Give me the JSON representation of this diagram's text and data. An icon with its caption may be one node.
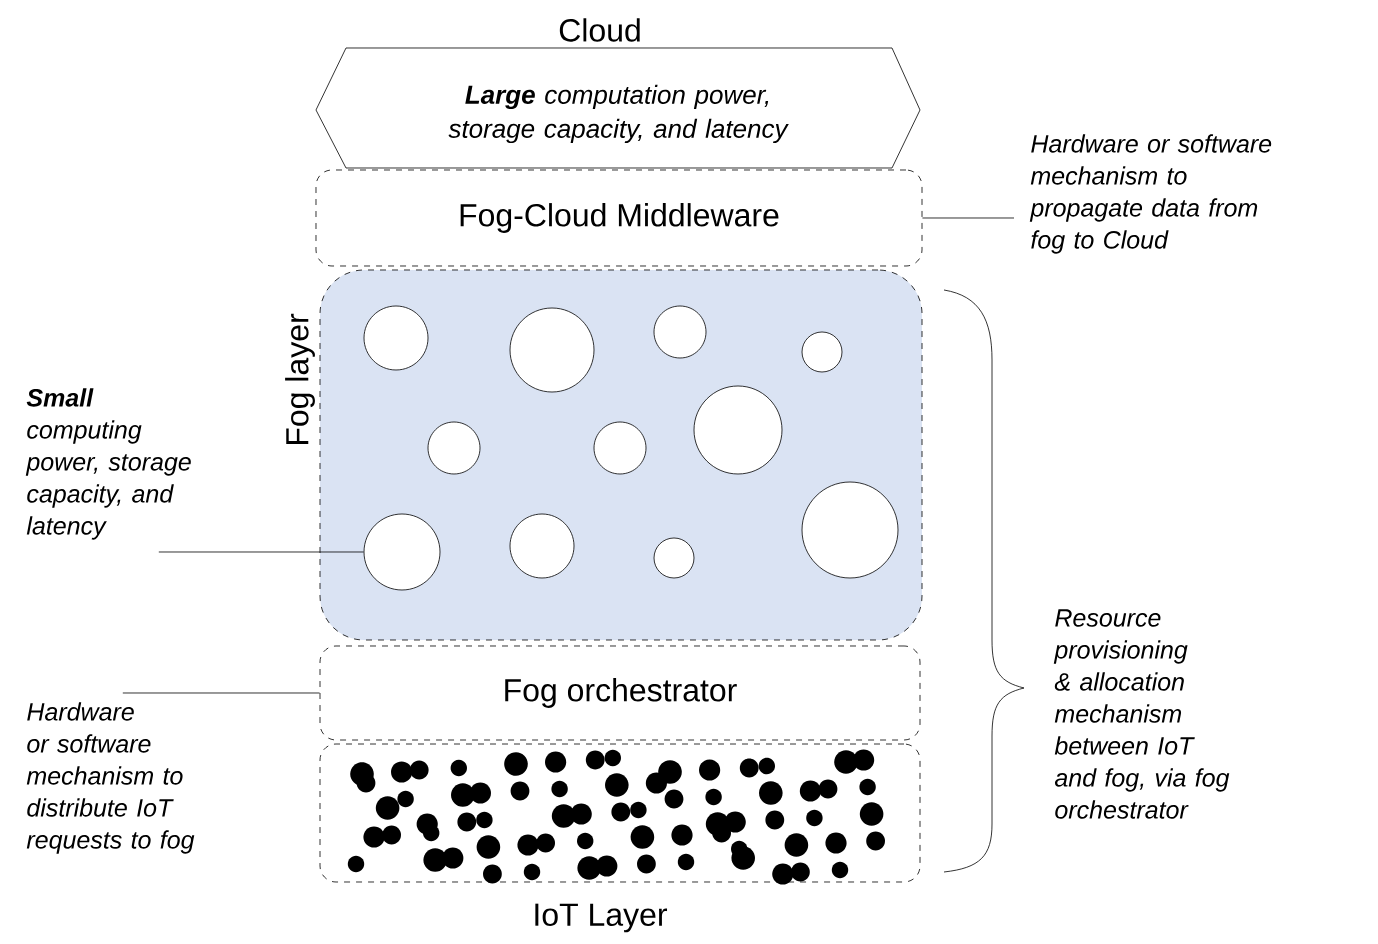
{
  "diagram": {
    "nodes": [
      {
        "text": [
          "Cloud",
          "**Large** computation power, storage capacity, and latency"
        ]
      },
      {
        "text": [
          "Fog-Cloud Middleware"
        ]
      },
      {
        "text": [
          "Fog layer"
        ]
      },
      {
        "text": [],
        "shape": "circle",
        "in": 2
      },
      {
        "text": [
          "Fog orchestrator"
        ]
      },
      {
        "text": [
          "IoT Layer"
        ]
      },
      {
        "text": [
          "Hardware or software mechanism to propagate data from fog to Cloud"
        ]
      },
      {
        "text": [
          "**Small** computing power, storage capacity, and latency"
        ]
      },
      {
        "text": [
          "Hardware or software mechanism to distribute IoT requests to fog"
        ]
      }
    ],
    "edges": [
      {
        "from": 6,
        "to": 1,
        "arrow": "none"
      },
      {
        "from": 7,
        "to": 3,
        "arrow": "none"
      },
      {
        "from": 8,
        "to": 4,
        "arrow": "none"
      }
    ],
    "labels": [
      "Resource provisioning & allocation mechanism between IoT and fog, via fog orchestrator"
    ]
  }
}
